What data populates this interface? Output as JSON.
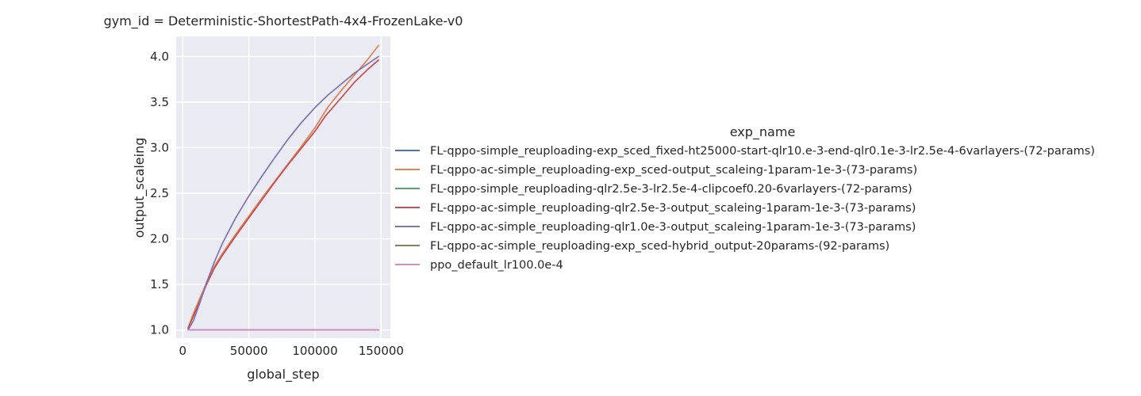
{
  "chart_data": {
    "type": "line",
    "title": "gym_id = Deterministic-ShortestPath-4x4-FrozenLake-v0",
    "xlabel": "global_step",
    "ylabel": "output_scaleing",
    "xlim": [
      -5000,
      157000
    ],
    "ylim": [
      0.91,
      4.22
    ],
    "xticks": [
      0,
      50000,
      100000,
      150000
    ],
    "xtick_labels": [
      "0",
      "50000",
      "100000",
      "150000"
    ],
    "yticks": [
      1.0,
      1.5,
      2.0,
      2.5,
      3.0,
      3.5,
      4.0
    ],
    "ytick_labels": [
      "1.0",
      "1.5",
      "2.0",
      "2.5",
      "3.0",
      "3.5",
      "4.0"
    ],
    "grid": true,
    "background": "#eaeaf2",
    "legend": {
      "title": "exp_name",
      "placement": "right"
    },
    "series": [
      {
        "name": "FL-qppo-simple_reuploading-exp_sced_fixed-ht25000-start-qlr10.e-3-end-qlr0.1e-3-lr2.5e-4-6varlayers-(72-params)",
        "color": "#4c72b0",
        "x": [
          4000,
          148000
        ],
        "y": [
          1.0,
          1.0
        ]
      },
      {
        "name": "FL-qppo-ac-simple_reuploading-exp_sced-output_scaleing-1param-1e-3-(73-params)",
        "color": "#dd8452",
        "x": [
          4000,
          8000,
          13000,
          18000,
          24000,
          30000,
          40000,
          50000,
          60000,
          70000,
          80000,
          90000,
          100000,
          110000,
          120000,
          130000,
          140000,
          148000
        ],
        "y": [
          1.02,
          1.18,
          1.35,
          1.52,
          1.7,
          1.84,
          2.05,
          2.25,
          2.45,
          2.64,
          2.83,
          3.02,
          3.22,
          3.45,
          3.63,
          3.8,
          3.97,
          4.12
        ]
      },
      {
        "name": "FL-qppo-simple_reuploading-qlr2.5e-3-lr2.5e-4-clipcoef0.20-6varlayers-(72-params)",
        "color": "#55a868",
        "x": [
          4000,
          148000
        ],
        "y": [
          1.0,
          1.0
        ]
      },
      {
        "name": "FL-qppo-ac-simple_reuploading-qlr2.5e-3-output_scaleing-1param-1e-3-(73-params)",
        "color": "#c44e52",
        "x": [
          4000,
          8000,
          13000,
          18000,
          24000,
          30000,
          40000,
          50000,
          60000,
          70000,
          80000,
          90000,
          100000,
          108000,
          120000,
          130000,
          140000,
          148000
        ],
        "y": [
          1.02,
          1.15,
          1.32,
          1.5,
          1.68,
          1.82,
          2.03,
          2.23,
          2.43,
          2.63,
          2.82,
          3.0,
          3.18,
          3.35,
          3.55,
          3.72,
          3.86,
          3.96
        ]
      },
      {
        "name": "FL-qppo-ac-simple_reuploading-qlr1.0e-3-output_scaleing-1param-1e-3-(73-params)",
        "color": "#8172b3",
        "x": [
          4000,
          8000,
          13000,
          18000,
          24000,
          30000,
          40000,
          50000,
          60000,
          70000,
          80000,
          90000,
          100000,
          110000,
          120000,
          130000,
          140000,
          148000
        ],
        "y": [
          1.0,
          1.1,
          1.3,
          1.52,
          1.75,
          1.95,
          2.23,
          2.47,
          2.69,
          2.9,
          3.1,
          3.28,
          3.44,
          3.58,
          3.7,
          3.82,
          3.92,
          4.0
        ]
      },
      {
        "name": "FL-qppo-ac-simple_reuploading-exp_sced-hybrid_output-20params-(92-params)",
        "color": "#937860",
        "x": [
          4000,
          148000
        ],
        "y": [
          1.0,
          1.0
        ]
      },
      {
        "name": "ppo_default_lr100.0e-4",
        "color": "#da8bc3",
        "x": [
          4000,
          148000
        ],
        "y": [
          1.0,
          1.0
        ]
      }
    ]
  }
}
